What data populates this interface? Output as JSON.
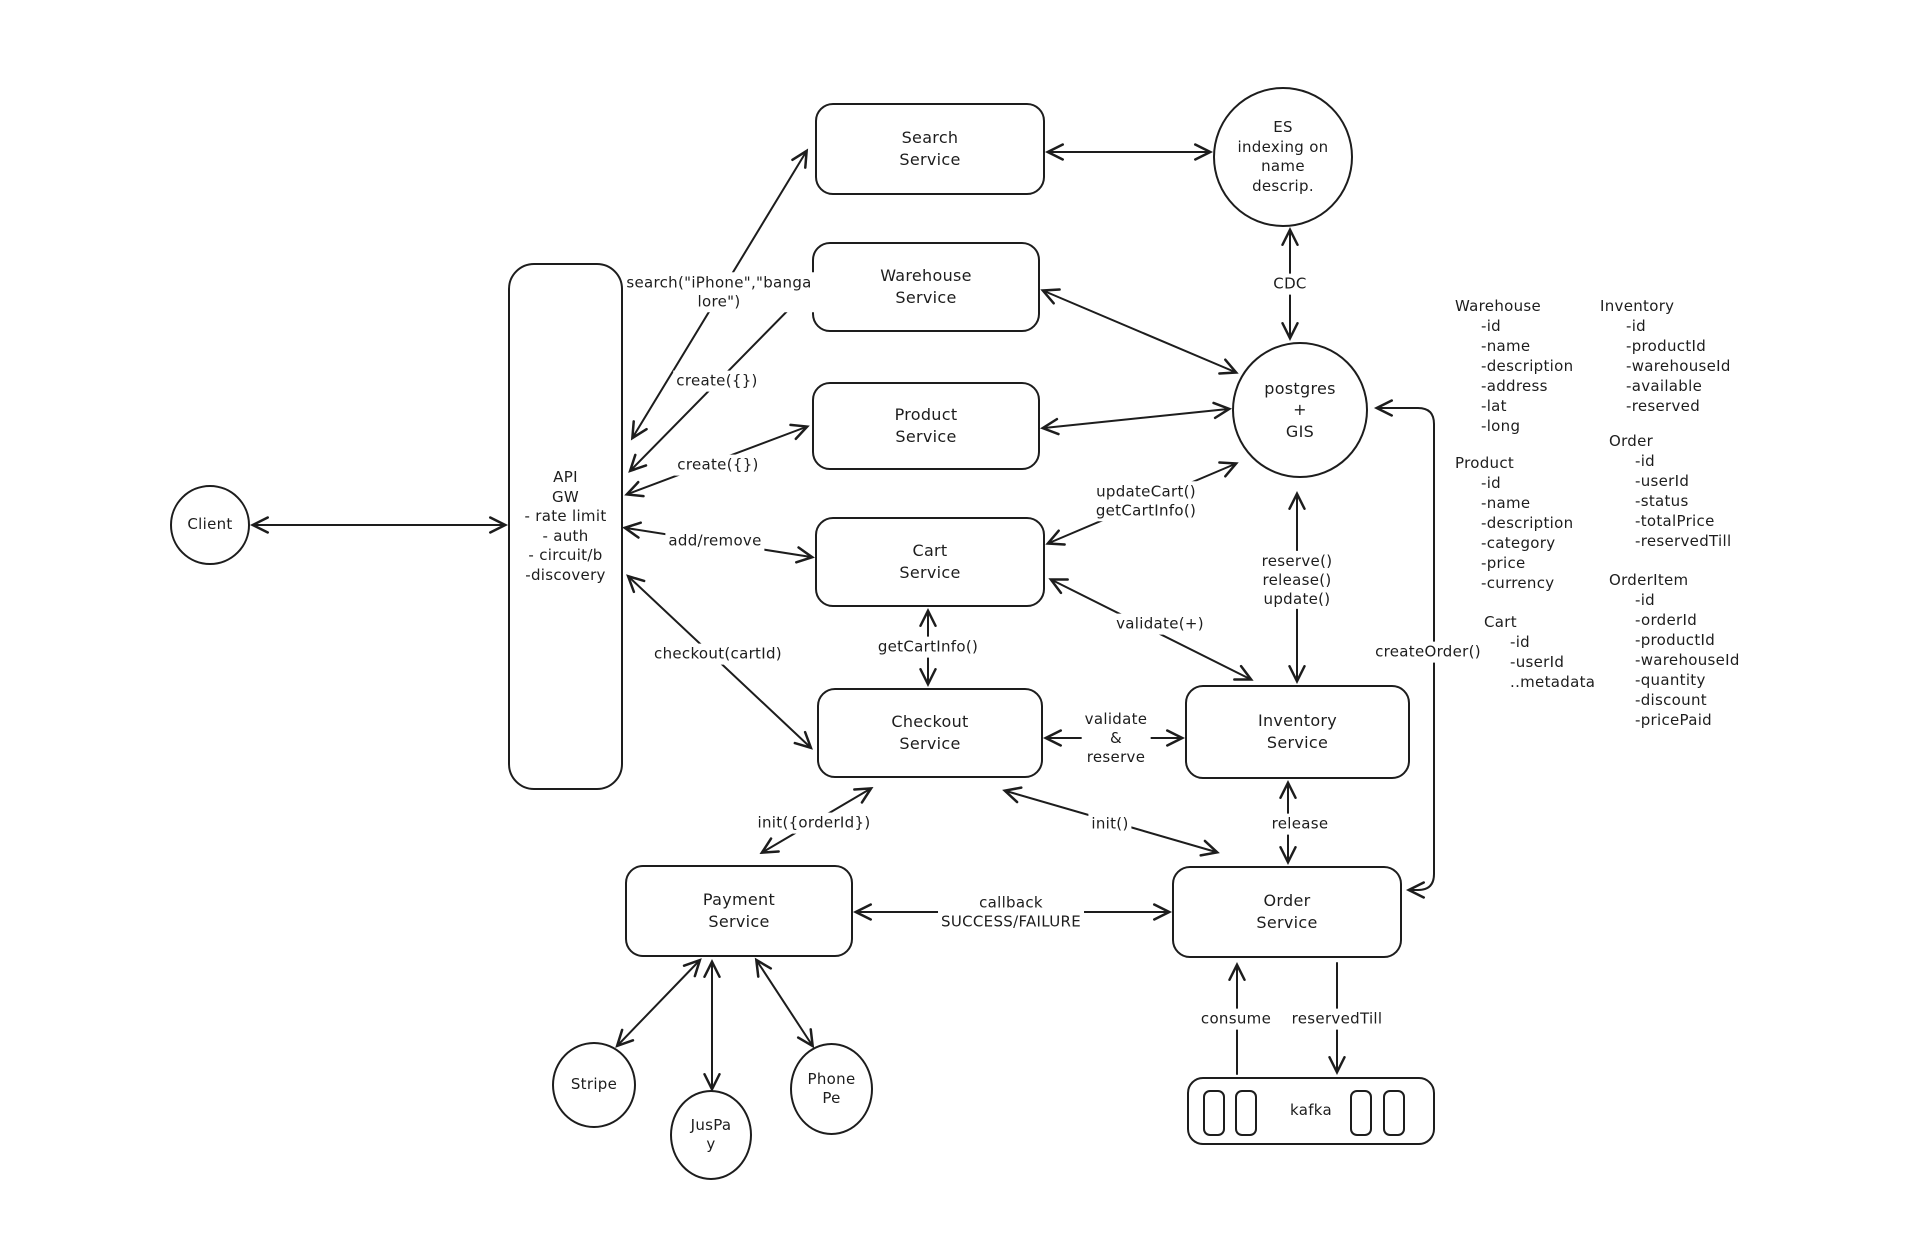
{
  "nodes": {
    "client": {
      "label": "Client"
    },
    "api_gw": {
      "label": "API\nGW\n- rate limit\n- auth\n- circuit/b\n-discovery"
    },
    "search": {
      "label": "Search\nService"
    },
    "warehouse": {
      "label": "Warehouse\nService"
    },
    "product": {
      "label": "Product\nService"
    },
    "cart": {
      "label": "Cart\nService"
    },
    "checkout": {
      "label": "Checkout\nService"
    },
    "es": {
      "label": "ES\nindexing on\nname\ndescrip."
    },
    "postgres": {
      "label": "postgres\n+\nGIS"
    },
    "inventory": {
      "label": "Inventory\nService"
    },
    "order": {
      "label": "Order\nService"
    },
    "payment": {
      "label": "Payment\nService"
    },
    "stripe": {
      "label": "Stripe"
    },
    "juspay": {
      "label": "JusPa\ny"
    },
    "phonepe": {
      "label": "Phone\nPe"
    },
    "kafka": {
      "label": "kafka"
    }
  },
  "edge_labels": {
    "search_call": "search(\"iPhone\",\"banga\nlore\")",
    "create_warehouse": "create({})",
    "create_product": "create({})",
    "add_remove": "add/remove",
    "checkout_cartid": "checkout(cartId)",
    "get_cart_info": "getCartInfo()",
    "update_cart": "updateCart()\ngetCartInfo()",
    "cdc": "CDC",
    "reserve_release_update": "reserve()\nrelease()\nupdate()",
    "validate_plus": "validate(+)",
    "create_order": "createOrder()",
    "validate_reserve": "validate\n&\nreserve",
    "init_orderid": "init({orderId})",
    "init": "init()",
    "callback": "callback\nSUCCESS/FAILURE",
    "release": "release",
    "consume": "consume",
    "reserved_till": "reservedTill"
  },
  "entities": {
    "warehouse": {
      "title": "Warehouse",
      "fields": "-id\n-name\n-description\n-address\n-lat\n-long"
    },
    "product": {
      "title": "Product",
      "fields": "-id\n-name\n-description\n-category\n-price\n-currency"
    },
    "cart": {
      "title": "Cart",
      "fields": "-id\n-userId\n..metadata"
    },
    "inventory": {
      "title": "Inventory",
      "fields": "-id\n-productId\n-warehouseId\n-available\n-reserved"
    },
    "order": {
      "title": "Order",
      "fields": "-id\n-userId\n-status\n-totalPrice\n-reservedTill"
    },
    "order_item": {
      "title": "OrderItem",
      "fields": "-id\n-orderId\n-productId\n-warehouseId\n-quantity\n-discount\n-pricePaid"
    }
  },
  "colors": {
    "ink": "#1d1d1d",
    "background": "#ffffff"
  }
}
